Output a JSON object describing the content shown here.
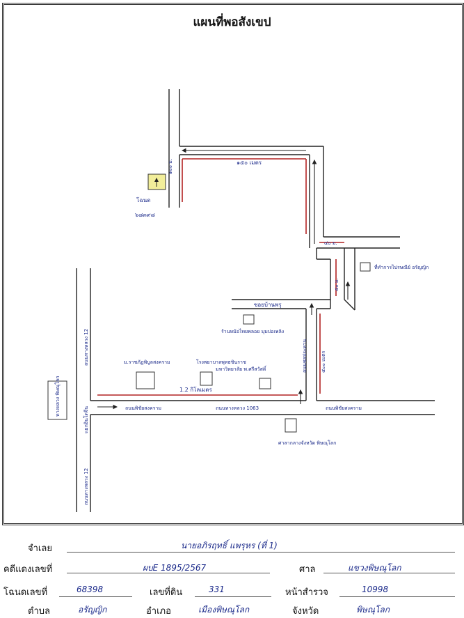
{
  "title": "แผนที่พอสังเขป",
  "map": {
    "north_road_label": "๑๐๐ ม.",
    "land_label": "โฉนด",
    "land_number": "๖๘๓๙๘",
    "top_distance": "๑๕๐ เมตร",
    "small_distance": "๔๐ ม.",
    "mid_distance": "๕๐ ม.",
    "landmark_right": "ที่ทำการไปรษณีย์ อรัญญิก",
    "soi_label": "ซอยบ้านพรุ",
    "vertical_road_1": "ถนนชลประทาน",
    "vertical_road_2": "๕๐๐ เมตร",
    "landmark_mid": "ร้านหม้อไทยพลอย มุมบ่อเพลิง",
    "landmark_uni": "ม.ราชภัฏพิบูลสงคราม",
    "landmark_school": "โรงพยาบาลพุทธชินราช",
    "landmark_school2": "มหาวิทยาลัย พ.ศรีสวัสดิ์",
    "distance_km": "1.2 กิโลเมตร",
    "main_road_left": "ถนนพิชัยสงคราม",
    "main_road_mid": "ถนนทางหลวง 1063",
    "main_road_right": "ถนนพิชัยสงคราม",
    "left_road_upper": "ถนนทางหลวง 12",
    "left_road_lower": "ถนนทางหลวง 12",
    "left_road_mid": "แยกอินโดจีน",
    "left_box": "ทางหลวง พิษณุโลก",
    "landmark_bottom": "ศาลากลางจังหวัด พิษณุโลก"
  },
  "form": {
    "defendant_label": "จำเลย",
    "defendant_value": "นายอภิรฤทธิ์ แพรุหร (ที่ 1)",
    "case_label": "คดีแดงเลขที่",
    "case_value": "ผบE 1895/2567",
    "court_label": "ศาล",
    "court_value": "แขวงพิษณุโลก",
    "deed_label": "โฉนดเลขที่",
    "deed_value": "68398",
    "land_no_label": "เลขที่ดิน",
    "land_no_value": "331",
    "survey_label": "หน้าสำรวจ",
    "survey_value": "10998",
    "subdistrict_label": "ตำบล",
    "subdistrict_value": "อรัญญิก",
    "district_label": "อำเภอ",
    "district_value": "เมืองพิษณุโลก",
    "province_label": "จังหวัด",
    "province_value": "พิษณุโลก"
  }
}
